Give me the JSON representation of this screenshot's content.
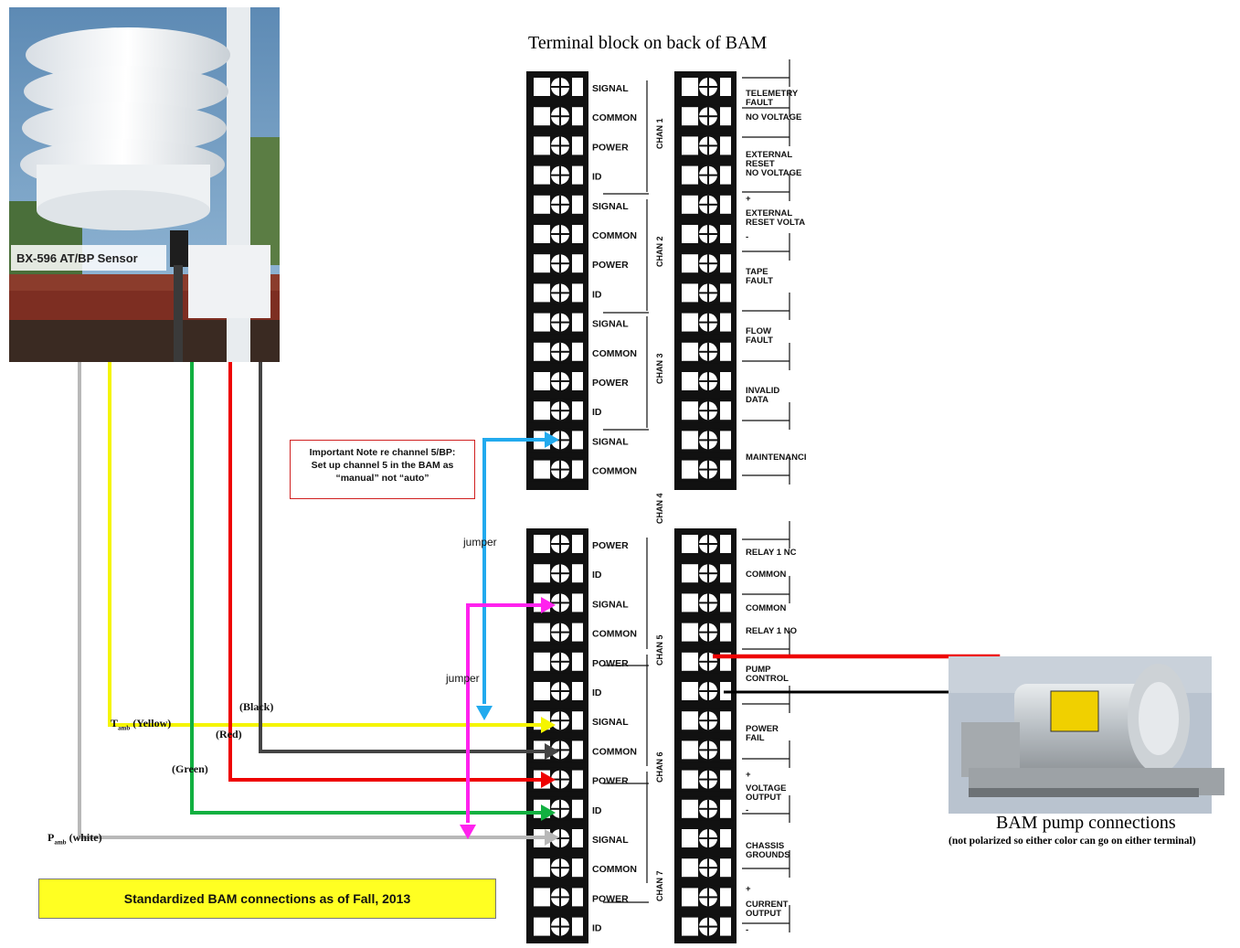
{
  "title": "Terminal block on back of BAM",
  "sensor": {
    "label": "BX-596 AT/BP Sensor"
  },
  "note": {
    "line1": "Important Note re channel 5/BP:",
    "line2": "Set up channel 5 in the BAM as",
    "line3": "“manual” not “auto”"
  },
  "banner": "Standardized BAM connections as of Fall, 2013",
  "pump": {
    "title": "BAM pump connections",
    "subtitle": "(not polarized so either color can go on either terminal)"
  },
  "jumpers": {
    "upper": "jumper",
    "lower": "jumper"
  },
  "wire_labels": {
    "tamb_main": "T",
    "tamb_sub": "amb",
    "tamb_color": " (Yellow)",
    "pamb_main": "P",
    "pamb_sub": "amb",
    "pamb_color": " (white)",
    "black": "(Black)",
    "red": "(Red)",
    "green": "(Green)"
  },
  "wire_colors": {
    "yellow": "#f5f500",
    "red": "#ee0000",
    "green": "#11b040",
    "black": "#444444",
    "gray": "#b8b8b8",
    "blue": "#22aaee",
    "magenta": "#ff22ee"
  },
  "left_block": {
    "top_terminals": [
      "SIGNAL",
      "COMMON",
      "POWER",
      "ID",
      "SIGNAL",
      "COMMON",
      "POWER",
      "ID",
      "SIGNAL",
      "COMMON",
      "POWER",
      "ID",
      "SIGNAL",
      "COMMON"
    ],
    "bottom_terminals": [
      "POWER",
      "ID",
      "SIGNAL",
      "COMMON",
      "POWER",
      "ID",
      "SIGNAL",
      "COMMON",
      "POWER",
      "ID",
      "SIGNAL",
      "COMMON",
      "POWER",
      "ID"
    ],
    "channels": [
      "CHAN 1",
      "CHAN 2",
      "CHAN 3",
      "CHAN 4",
      "CHAN 5",
      "CHAN 6",
      "CHAN 7"
    ]
  },
  "right_block": {
    "top_labels": [
      [
        "TELEMETRY",
        "FAULT"
      ],
      [
        "NO VOLTAGE"
      ],
      [
        "EXTERNAL",
        "RESET",
        "NO VOLTAGE"
      ],
      [
        "+"
      ],
      [
        "EXTERNAL",
        "RESET VOLTA"
      ],
      [
        "-"
      ],
      [
        "TAPE",
        "FAULT"
      ],
      [
        "FLOW",
        "FAULT"
      ],
      [
        "INVALID",
        "DATA"
      ],
      [
        "MAINTENANCI"
      ]
    ],
    "bottom_labels": [
      [
        "RELAY 1 NC"
      ],
      [
        "COMMON"
      ],
      [
        "COMMON"
      ],
      [
        "RELAY 1 NO"
      ],
      [
        "PUMP",
        "CONTROL"
      ],
      [
        "POWER",
        "FAIL"
      ],
      [
        "+"
      ],
      [
        "VOLTAGE",
        "OUTPUT"
      ],
      [
        "-"
      ],
      [
        "CHASSIS",
        "GROUNDS"
      ],
      [
        "+"
      ],
      [
        "CURRENT",
        "OUTPUT"
      ],
      [
        "-"
      ]
    ]
  }
}
